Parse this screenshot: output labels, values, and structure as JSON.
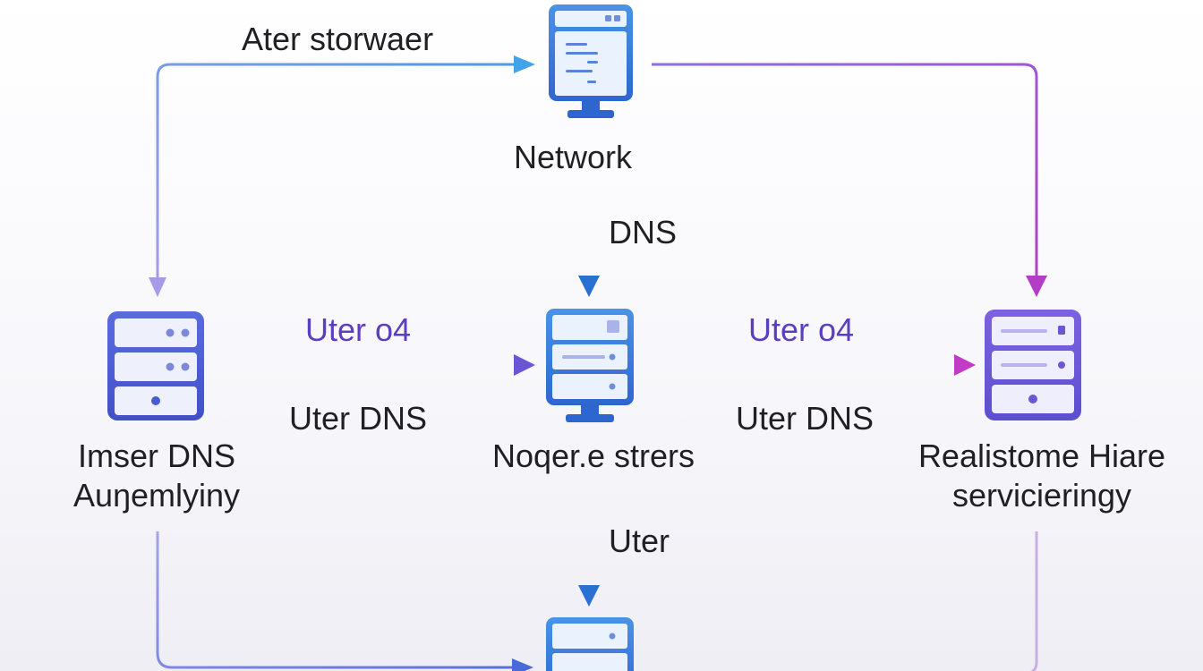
{
  "diagram": {
    "nodes": {
      "top": {
        "label": "Network",
        "kind": "monitor",
        "icon": "server-monitor-icon",
        "color": "#2f6fd1"
      },
      "left": {
        "label_line1": "Imser DNS",
        "label_line2": "Auŋemlyiny",
        "kind": "rack",
        "icon": "server-rack-icon",
        "color": "#4a5bd0"
      },
      "center": {
        "label": "Noqer.e strers",
        "kind": "monitor",
        "icon": "server-monitor-icon",
        "color": "#2f6fd1"
      },
      "right": {
        "label_line1": "Realistome Hiare",
        "label_line2": "servicieringy",
        "kind": "rack",
        "icon": "server-rack-icon",
        "color": "#6d55d6"
      },
      "bottom": {
        "label": "",
        "kind": "monitor",
        "icon": "server-monitor-icon",
        "color": "#2f6fd1"
      }
    },
    "edges": {
      "left_to_top": {
        "label": "Ater storwaer",
        "color": "#5b8fe0"
      },
      "top_to_center": {
        "label": "DNS",
        "color": "#2f78d6"
      },
      "left_to_center": {
        "label_above": "Uter o4",
        "label_below": "Uter DNS",
        "color": "#9a55cf"
      },
      "center_to_right": {
        "label_above": "Uter o4",
        "label_below": "Uter DNS",
        "color": "#b13fc8"
      },
      "center_to_bottom": {
        "label": "Uter",
        "color": "#2f78d6"
      },
      "top_to_right": {
        "label": "",
        "color": "#b748c6"
      },
      "left_to_bottom": {
        "label": "",
        "color": "#8a7fdc"
      },
      "right_down": {
        "label": "",
        "color": "#c7a6e6"
      }
    },
    "colors": {
      "edge_label_purple": "#5b3fbf",
      "edge_label_dark": "#1f1f24",
      "node_label": "#1f1f24"
    }
  }
}
